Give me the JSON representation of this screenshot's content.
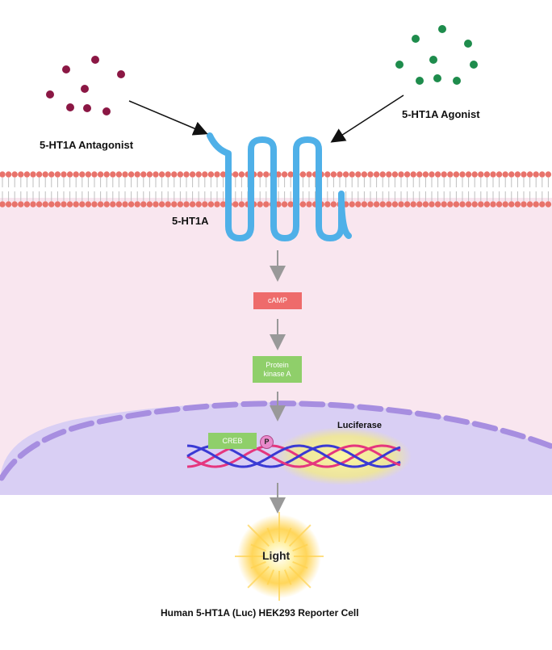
{
  "labels": {
    "antagonist": "5-HT1A Antagonist",
    "agonist": "5-HT1A Agonist",
    "receptor": "5-HT1A",
    "camp": "cAMP",
    "pka_line1": "Protein",
    "pka_line2": "kinase A",
    "creb": "CREB",
    "phospho": "P",
    "luciferase": "Luciferase",
    "light": "Light",
    "caption": "Human 5-HT1A (Luc) HEK293 Reporter Cell"
  },
  "colors": {
    "antagonist": "#8b1744",
    "agonist": "#1e8c4c",
    "receptor": "#4fb0e8",
    "lipid_head": "#e8736b",
    "cytoplasm": "#f9e6ef",
    "nucleus": "#d9cff4",
    "nuclear_envelope": "#a78ee0",
    "camp_box": "#ee6b6b",
    "pka_box": "#8fcf6a",
    "creb_box": "#8fcf6a",
    "phospho": "#e98acb",
    "dna_pink": "#e5367e",
    "dna_blue": "#3a3ad4",
    "luciferase_glow": "#f6f08a",
    "light_glow": "#ffcc33",
    "arrow": "#999999"
  }
}
